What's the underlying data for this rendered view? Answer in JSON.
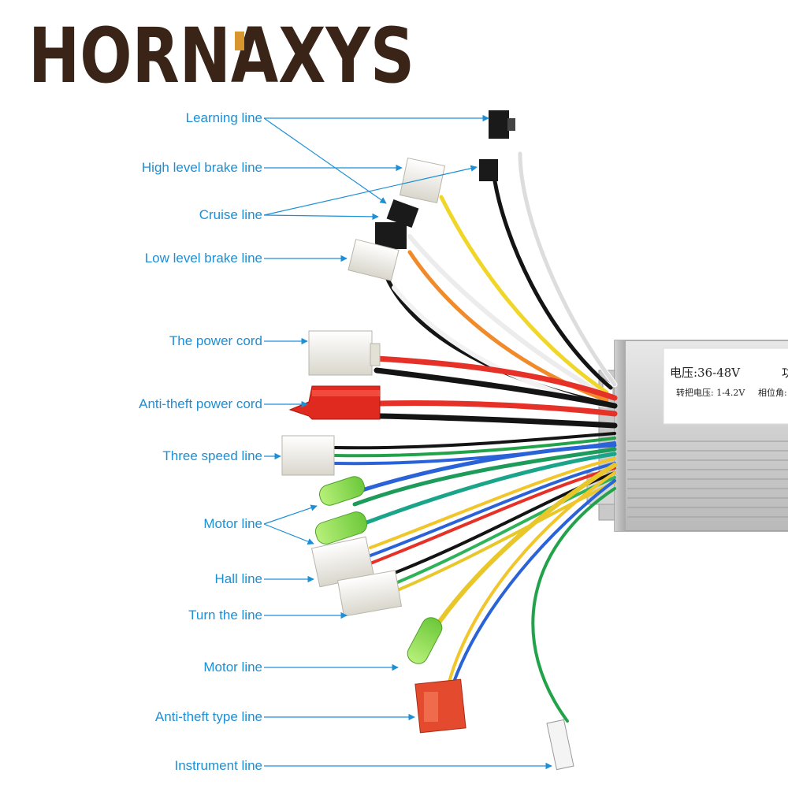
{
  "brand": {
    "name": "HORNAXYS",
    "text_color": "#3a2418",
    "accent_color": "#d9962e"
  },
  "controller": {
    "voltage_label": "电压:36-48V",
    "throttle_label": "转把电压: 1-4.2V",
    "phase_label": "相位角:",
    "corner_glyph": "功"
  },
  "label_color": "#1c8fd6",
  "labels": [
    "Learning line",
    "High level brake line",
    "Cruise line",
    "Low level brake line",
    "The power cord",
    "Anti-theft power cord",
    "Three speed line",
    "Motor line",
    "Hall line",
    "Turn the line",
    "Motor line",
    "Anti-theft type line",
    "Instrument line"
  ]
}
